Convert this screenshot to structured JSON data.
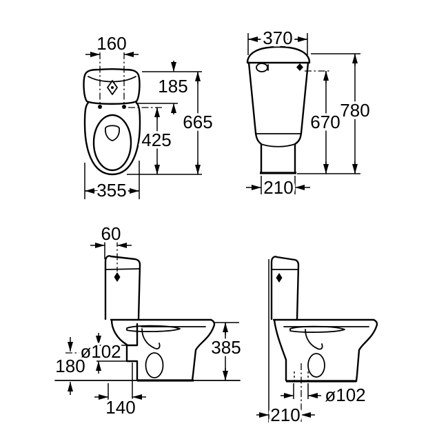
{
  "drawing": {
    "background": "#ffffff",
    "line_color": "#000000"
  },
  "views": {
    "plan": {
      "fixing_holes_spacing": "160",
      "back_to_fixing_line": "185",
      "overall_depth": "665",
      "fixing_line_to_front": "425",
      "overall_width": "355"
    },
    "front": {
      "cistern_width": "370",
      "inlet_level_height": "670",
      "overall_height": "780",
      "pedestal_width": "210"
    },
    "side_horizontal_outlet": {
      "button_offset": "60",
      "outlet_diameter": "ø102",
      "outlet_axis_height": "180",
      "wall_to_outlet": "140",
      "rim_height": "385"
    },
    "side_vertical_outlet": {
      "outlet_diameter": "ø102",
      "wall_to_outlet_axis": "210"
    }
  }
}
